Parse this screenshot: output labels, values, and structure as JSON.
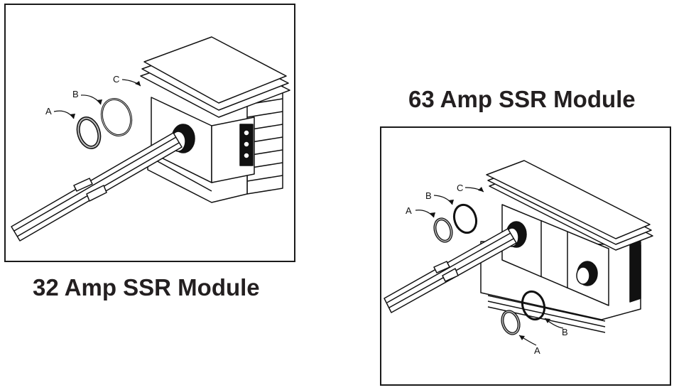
{
  "figures": [
    {
      "id": "ssr-32",
      "caption": "32 Amp SSR Module",
      "callouts": {
        "a": "A",
        "b": "B",
        "c": "C"
      }
    },
    {
      "id": "ssr-63",
      "caption": "63 Amp SSR Module",
      "callouts": {
        "a": "A",
        "b": "B",
        "c": "C",
        "a2": "A",
        "b2": "B"
      }
    }
  ],
  "colors": {
    "line": "#111111",
    "fill": "#ffffff",
    "ring": "#9a9a9a",
    "caption": "#231f20"
  }
}
